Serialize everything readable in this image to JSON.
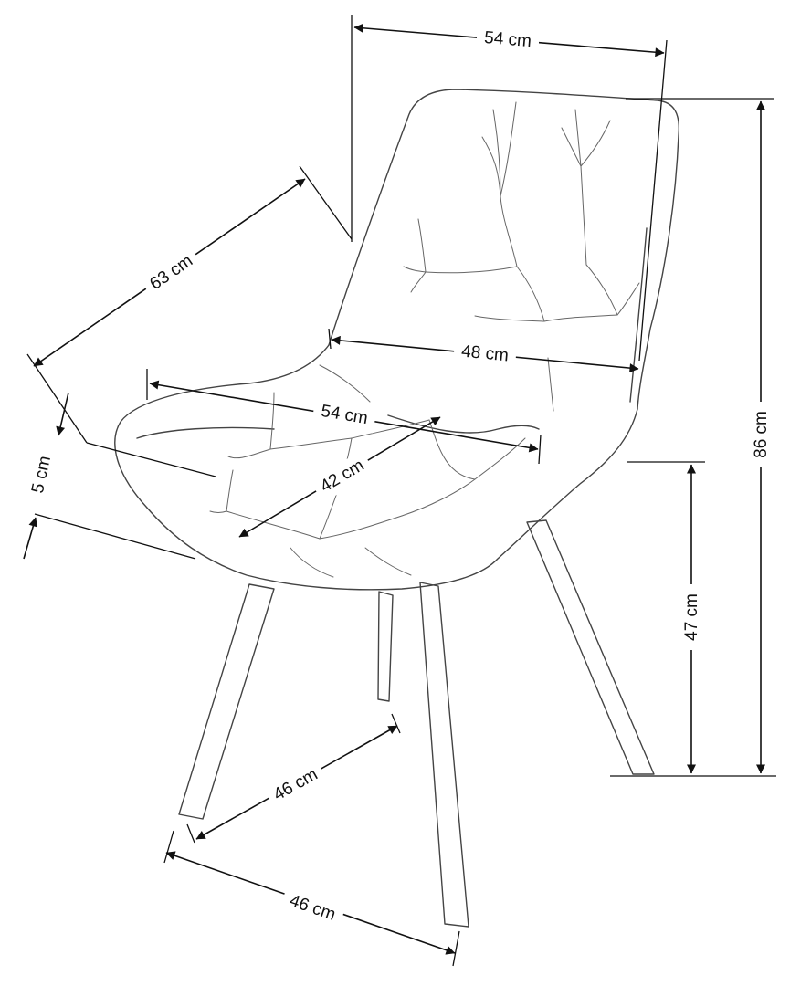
{
  "dimensions": {
    "backrest_width": "54 cm",
    "depth": "63 cm",
    "total_height": "86 cm",
    "inner_back_width": "48 cm",
    "seat_width": "54 cm",
    "seat_depth": "42 cm",
    "cushion_thickness": "5 cm",
    "seat_height": "47 cm",
    "leg_depth": "46 cm",
    "leg_width": "46 cm"
  },
  "colors": {
    "line": "#111111",
    "outline": "#444444",
    "background": "#ffffff"
  }
}
